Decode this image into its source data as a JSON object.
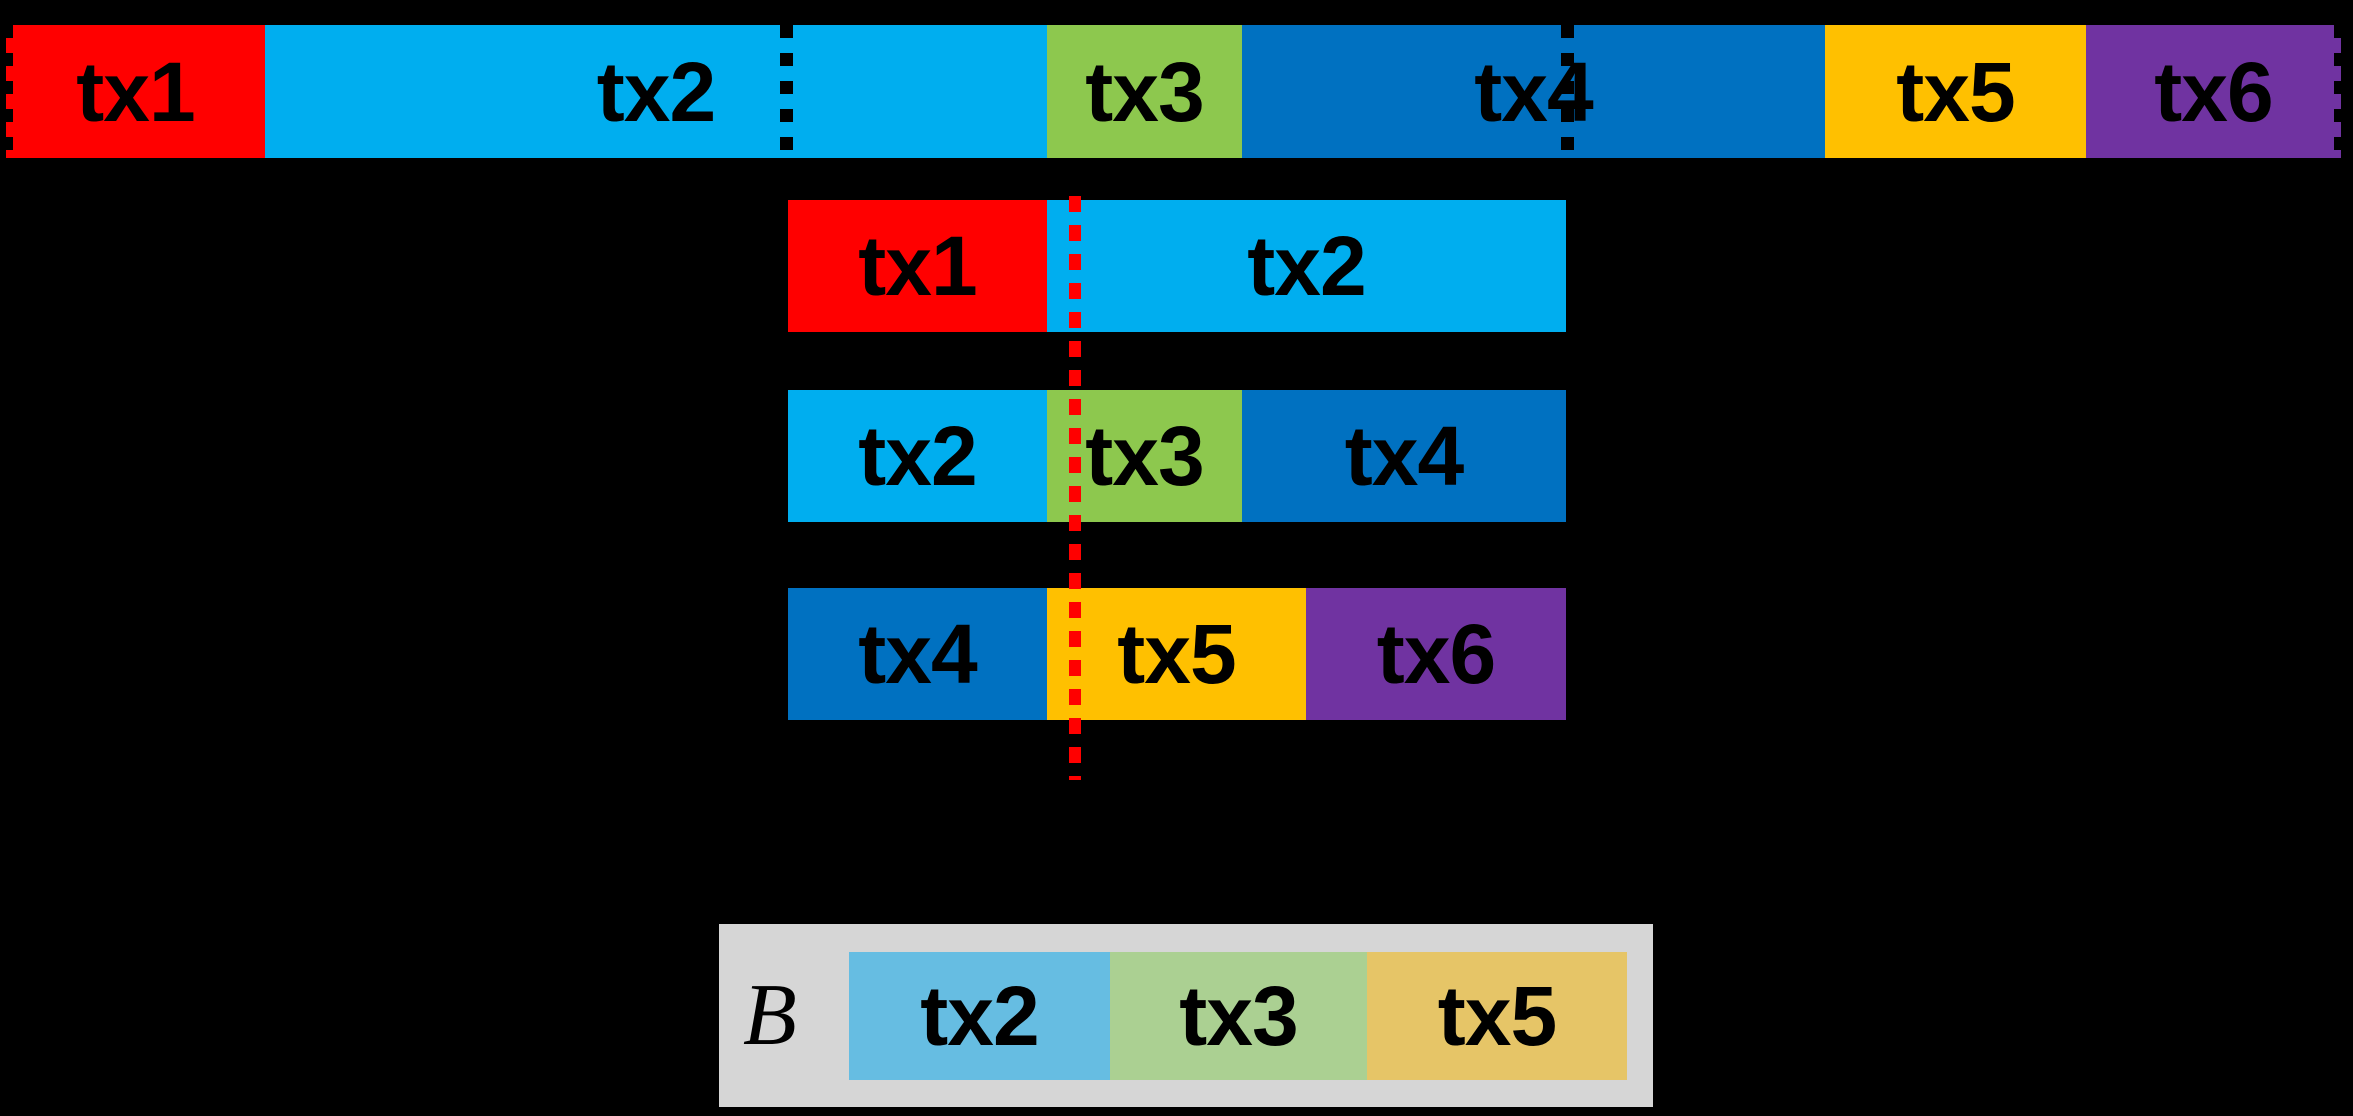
{
  "colors": {
    "background": "#000000",
    "label_text": "#000000",
    "tx1": "#FF0000",
    "tx2": "#00AEEF",
    "tx3": "#8DC84E",
    "tx4": "#0071C1",
    "tx5": "#FFC000",
    "tx6": "#7033A1",
    "bundle_tx2": "#66BDE2",
    "bundle_tx3": "#ABD092",
    "bundle_tx5": "#E6C567",
    "bundle_background": "#D6D6D6",
    "block_boundary_line": "#000000",
    "cut_line": "#FF0000"
  },
  "stream": {
    "segments": [
      {
        "label": "tx1"
      },
      {
        "label": "tx2"
      },
      {
        "label": "tx3"
      },
      {
        "label": "tx4"
      },
      {
        "label": "tx5"
      },
      {
        "label": "tx6"
      }
    ]
  },
  "blocks": [
    {
      "segments": [
        {
          "label": "tx1"
        },
        {
          "label": "tx2"
        }
      ]
    },
    {
      "segments": [
        {
          "label": "tx2"
        },
        {
          "label": "tx3"
        },
        {
          "label": "tx4"
        }
      ]
    },
    {
      "segments": [
        {
          "label": "tx4"
        },
        {
          "label": "tx5"
        },
        {
          "label": "tx6"
        }
      ]
    }
  ],
  "bundle": {
    "label": "B",
    "items": [
      {
        "label": "tx2"
      },
      {
        "label": "tx3"
      },
      {
        "label": "tx5"
      }
    ]
  }
}
